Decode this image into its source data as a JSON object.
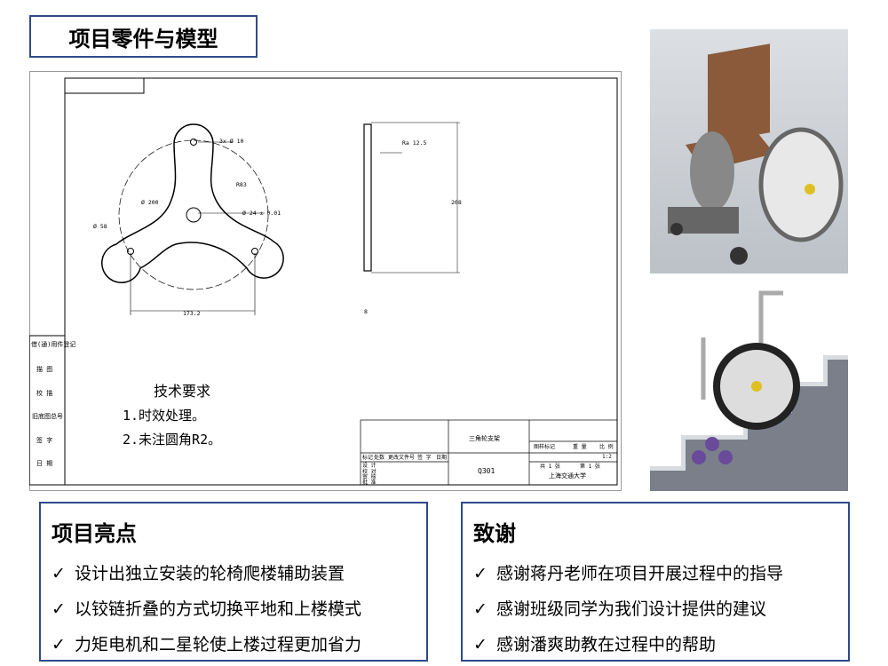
{
  "title": "项目零件与模型",
  "drawing": {
    "dims": {
      "holes": "3x Ø 10",
      "outer": "Ø 200",
      "r": "R83",
      "center": "Ø 24 ± 0.01",
      "d58": "Ø 58",
      "span": "173.2",
      "ra": "Ra 12.5",
      "height": "208",
      "thk": "8"
    },
    "tech_title": "技术要求",
    "tech_items": [
      "1.时效处理。",
      "2.未注圆角R2。"
    ],
    "side_labels": [
      "借(通)用件登记",
      "描 图",
      "校 描",
      "旧底图总号",
      "签 字",
      "日 期"
    ],
    "titleblock": {
      "part_name": "三角轮支架",
      "code": "Q301",
      "org": "上海交通大学",
      "scale": "1:2",
      "mark": "图样标记",
      "weight": "重 量",
      "scale_label": "比 例",
      "sheets": "共 1 张",
      "sheet": "第 1 张",
      "cols": [
        "标记",
        "处数",
        "更改文件号",
        "签 字",
        "日期"
      ],
      "rows": [
        "设 计",
        "校 对",
        "审 核",
        "批 准"
      ]
    }
  },
  "highlights": {
    "heading": "项目亮点",
    "items": [
      "设计出独立安装的轮椅爬楼辅助装置",
      "以铰链折叠的方式切换平地和上楼模式",
      "力矩电机和二星轮使上楼过程更加省力"
    ]
  },
  "thanks": {
    "heading": "致谢",
    "items": [
      "感谢蒋丹老师在项目开展过程中的指导",
      "感谢班级同学为我们设计提供的建议",
      "感谢潘爽助教在过程中的帮助"
    ]
  },
  "check_icon": "✓",
  "colors": {
    "accent": "#2f4a8a"
  }
}
